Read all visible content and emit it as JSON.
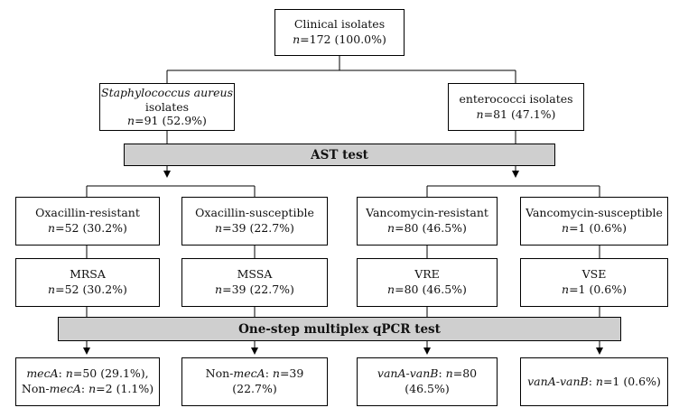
{
  "root": {
    "line1": "Clinical isolates",
    "n": "=172 (100.0%)"
  },
  "staph": {
    "name": "Staphylococcus aureus",
    "line2": "isolates",
    "n": "=91 (52.9%)"
  },
  "entero": {
    "line1": "enterococci isolates",
    "n": "=81 (47.1%)"
  },
  "ast_label": "AST test",
  "qpcr_label": "One-step multiplex qPCR test",
  "phenotypes": [
    {
      "label": "Oxacillin-resistant",
      "n": "=52 (30.2%)"
    },
    {
      "label": "Oxacillin-susceptible",
      "n": "=39 (22.7%)"
    },
    {
      "label": "Vancomycin-resistant",
      "n": "=80 (46.5%)"
    },
    {
      "label": "Vancomycin-susceptible",
      "n": "=1 (0.6%)"
    }
  ],
  "groups": [
    {
      "label": "MRSA",
      "n": "=52 (30.2%)"
    },
    {
      "label": "MSSA",
      "n": "=39 (22.7%)"
    },
    {
      "label": "VRE",
      "n": "=80 (46.5%)"
    },
    {
      "label": "VSE",
      "n": "=1 (0.6%)"
    }
  ],
  "results": {
    "r1_gene1": "mecA",
    "r1_sep1": ": ",
    "r1_n1": "=50 (29.1%),",
    "r1_pre2": "Non-",
    "r1_gene2": "mecA",
    "r1_sep2": ": ",
    "r1_n2": "=2 (1.1%)",
    "r2_pre": "Non-",
    "r2_gene": "mecA",
    "r2_sep": ": ",
    "r2_n": "=39 (22.7%)",
    "r3_gene": "vanA-vanB",
    "r3_sep": ": ",
    "r3_n": "=80 (46.5%)",
    "r4_gene": "vanA-vanB",
    "r4_sep": ": ",
    "r4_n": "=1 (0.6%)"
  },
  "n_symbol": "n"
}
